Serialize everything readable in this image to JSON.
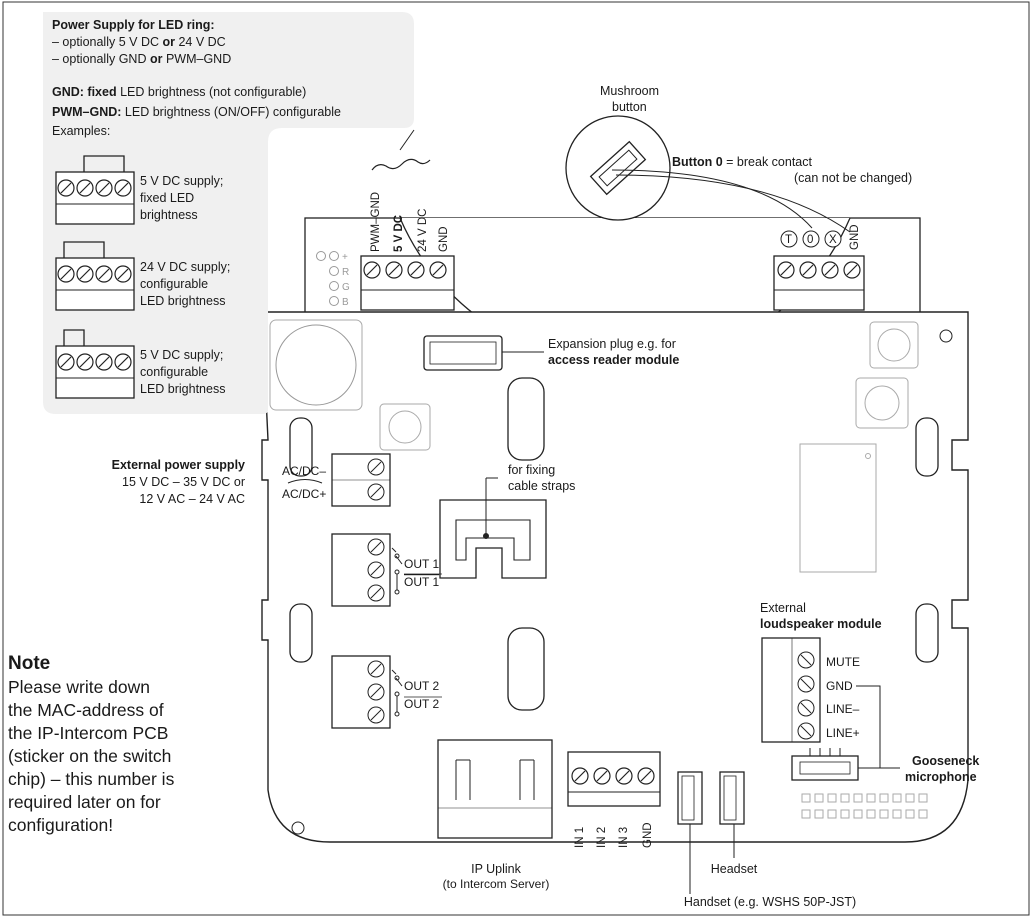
{
  "power_box": {
    "title": "Power Supply for LED ring:",
    "line1_pre": "– optionally 5 V DC ",
    "line1_bold": "or",
    "line1_post": " 24 V DC",
    "line2_pre": "– optionally GND ",
    "line2_bold": "or",
    "line2_post": " PWM–GND",
    "gnd_label": "GND:",
    "gnd_bold": " fixed",
    "gnd_text": " LED brightness (not configurable)",
    "pwm_label": "PWM–GND:",
    "pwm_text": " LED brightness (ON/OFF) configurable",
    "examples": "Examples:",
    "example1": [
      "5 V DC supply;",
      "fixed LED",
      "brightness"
    ],
    "example2": [
      "24 V DC supply;",
      "configurable",
      "LED brightness"
    ],
    "example3": [
      "5 V DC supply;",
      "configurable",
      "LED brightness"
    ]
  },
  "led_terminal": {
    "pins": [
      "PWM–GND",
      "5 V DC",
      "24 V DC",
      "GND"
    ],
    "led_labels": [
      "+",
      "R",
      "G",
      "B"
    ]
  },
  "mushroom": {
    "title_line1": "Mushroom",
    "title_line2": "button",
    "button0_bold": "Button 0",
    "button0_text": " = break contact",
    "note": "(can not be changed)",
    "pin_circles": [
      "T",
      "0",
      "X"
    ],
    "gnd": "GND"
  },
  "expansion": {
    "line1": "Expansion plug e.g. for",
    "line2": "access reader module"
  },
  "external_power": {
    "title": "External power supply",
    "line1": "15 V DC – 35 V DC or",
    "line2": "12 V AC – 24 V AC",
    "pin1": "AC/DC–",
    "pin2": "AC/DC+"
  },
  "cable_straps": {
    "line1": "for fixing",
    "line2": "cable straps"
  },
  "outputs": {
    "out1a": "OUT 1",
    "out1b": "OUT 1",
    "out2a": "OUT 2",
    "out2b": "OUT 2"
  },
  "loudspeaker": {
    "line1": "External",
    "line2": "loudspeaker module",
    "pins": [
      "MUTE",
      "GND",
      "LINE–",
      "LINE+"
    ]
  },
  "gooseneck": {
    "line1": "Gooseneck",
    "line2": "microphone"
  },
  "note": {
    "title": "Note",
    "lines": [
      "Please write down",
      "the MAC-address of",
      "the IP-Intercom PCB",
      "(sticker on the switch",
      "chip) – this number is",
      "required later on for",
      "configuration!"
    ]
  },
  "inputs": {
    "pins": [
      "IN 1",
      "IN 2",
      "IN 3",
      "GND"
    ]
  },
  "ip_uplink": {
    "title": "IP Uplink",
    "sub": "(to Intercom Server)"
  },
  "headset": "Headset",
  "handset": "Handset (e.g. WSHS 50P-JST)"
}
